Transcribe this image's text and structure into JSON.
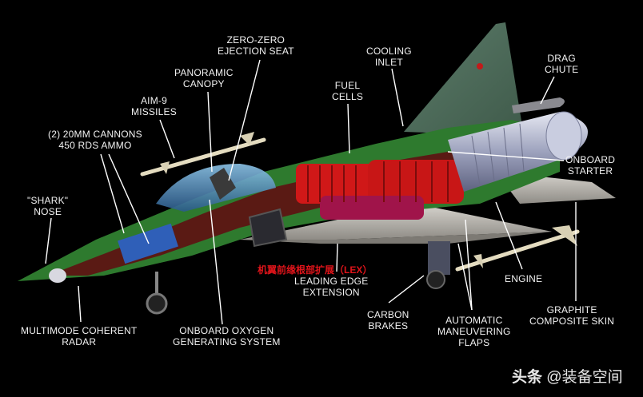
{
  "diagram": {
    "subject": "fighter-jet-cutaway",
    "colors": {
      "background": "#000000",
      "fuselage_green": "#2e7a2e",
      "fuel_red": "#d01818",
      "wing_gray": "#b9b6b0",
      "tail_green": "#4f6e5c",
      "engine_silver": "#b8bcd0",
      "annotation_red": "#e0141a",
      "label_white": "#f2f2f2"
    },
    "labels": {
      "zero_zero": [
        "ZERO-ZERO",
        "EJECTION SEAT"
      ],
      "canopy": [
        "PANORAMIC",
        "CANOPY"
      ],
      "aim9": [
        "AIM-9",
        "MISSILES"
      ],
      "cannons": [
        "(2) 20MM CANNONS",
        "450 RDS AMMO"
      ],
      "shark_nose": [
        "\"SHARK\"",
        "NOSE"
      ],
      "radar": [
        "MULTIMODE COHERENT",
        "RADAR"
      ],
      "oxygen": [
        "ONBOARD OXYGEN",
        "GENERATING SYSTEM"
      ],
      "cooling_inlet": [
        "COOLING",
        "INLET"
      ],
      "fuel_cells": [
        "FUEL",
        "CELLS"
      ],
      "drag_chute": [
        "DRAG",
        "CHUTE"
      ],
      "onboard_starter": [
        "ONBOARD",
        "STARTER"
      ],
      "engine": [
        "ENGINE"
      ],
      "lex": [
        "LEADING EDGE",
        "EXTENSION"
      ],
      "carbon_brakes": [
        "CARBON",
        "BRAKES"
      ],
      "flaps": [
        "AUTOMATIC",
        "MANEUVERING",
        "FLAPS"
      ],
      "graphite": [
        "GRAPHITE",
        "COMPOSITE SKIN"
      ]
    },
    "lex_chinese": "机翼前缘根部扩展（LEX）",
    "watermark": {
      "brand": "头条",
      "handle": "@装备空间"
    }
  }
}
